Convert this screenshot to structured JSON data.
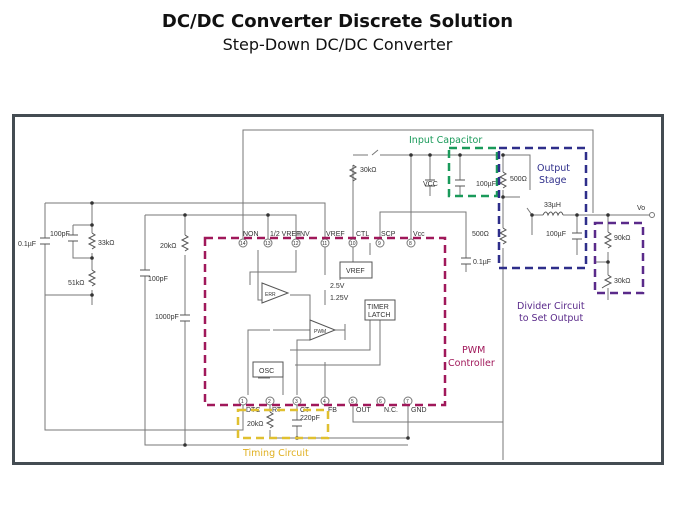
{
  "title": "DC/DC Converter Discrete Solution",
  "subtitle": "Step-Down DC/DC Converter",
  "regions": {
    "input_capacitor": "Input Capacitor",
    "output_stage": [
      "Output",
      "Stage"
    ],
    "divider": [
      "Divider Circuit",
      "to Set Output"
    ],
    "pwm": [
      "PWM",
      "Controller"
    ],
    "timing": "Timing Circuit"
  },
  "colors": {
    "input_capacitor": "#1a9a5a",
    "output_stage": "#2e2e8a",
    "divider": "#5a2a8a",
    "pwm": "#a0185a",
    "timing": "#e0c030",
    "frame": "#444c52"
  },
  "pins_top": [
    {
      "num": "14",
      "name": "NON"
    },
    {
      "num": "13",
      "name": "1/2 VREF"
    },
    {
      "num": "12",
      "name": "INV"
    },
    {
      "num": "11",
      "name": "VREF"
    },
    {
      "num": "10",
      "name": "CTL"
    },
    {
      "num": "9",
      "name": "SCP"
    },
    {
      "num": "8",
      "name": "Vcc"
    }
  ],
  "pins_bottom": [
    {
      "num": "1",
      "name": "DTC"
    },
    {
      "num": "2",
      "name": "RT"
    },
    {
      "num": "3",
      "name": "CT"
    },
    {
      "num": "4",
      "name": "FB"
    },
    {
      "num": "5",
      "name": "OUT"
    },
    {
      "num": "6",
      "name": "N.C."
    },
    {
      "num": "7",
      "name": "GND"
    }
  ],
  "blocks": {
    "vref": "VREF",
    "timer": [
      "TIMER",
      "LATCH"
    ],
    "osc": "OSC",
    "err": "ERR",
    "pwm": "PWM"
  },
  "components": {
    "c_01uF_left": "0.1µF",
    "c_100pF_a": "100pF",
    "r_33k": "33kΩ",
    "r_51k": "51kΩ",
    "r_20k_a": "20kΩ",
    "c_100pF_b": "100pF",
    "c_1000pF": "1000pF",
    "v_25": "2.5V",
    "v_125": "1.25V",
    "r_30k_a": "30kΩ",
    "vcc": "VCC",
    "c_100uF_in": "100µF",
    "r_500_a": "500Ω",
    "r_500_b": "500Ω",
    "c_01uF_b": "0.1µF",
    "l_33uH": "33µH",
    "c_100uF_out": "100µF",
    "r_90k": "90kΩ",
    "r_30k_b": "30kΩ",
    "vo": "Vo",
    "r_20k_t": "20kΩ",
    "c_220pF": "220pF"
  }
}
